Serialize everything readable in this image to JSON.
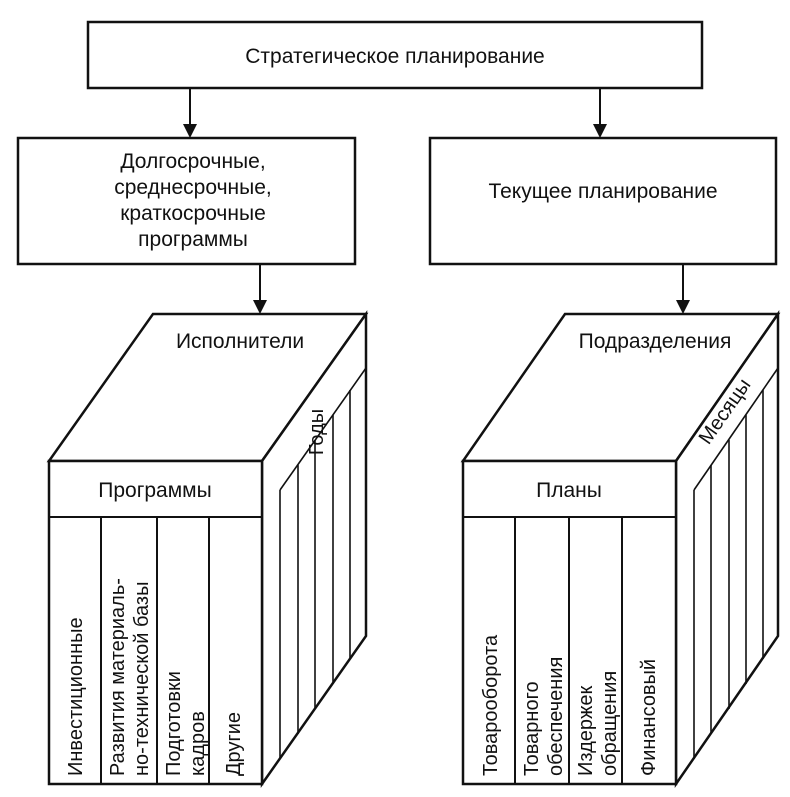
{
  "top_box": {
    "label": "Стратегическое планирование"
  },
  "left_box": {
    "lines": [
      "Долгосрочные,",
      "среднесрочные,",
      "краткосрочные",
      "программы"
    ]
  },
  "right_box": {
    "label": "Текущее планирование"
  },
  "left_cube": {
    "top_label": "Исполнители",
    "front_label": "Программы",
    "side_label": "Годы",
    "columns": [
      {
        "lines": [
          "Инвестиционные"
        ]
      },
      {
        "lines": [
          "Развития материаль-",
          "но-технической базы"
        ]
      },
      {
        "lines": [
          "Подготовки",
          "кадров"
        ]
      },
      {
        "lines": [
          "Другие"
        ]
      }
    ]
  },
  "right_cube": {
    "top_label": "Подразделения",
    "front_label": "Планы",
    "side_label": "Месяцы",
    "columns": [
      {
        "lines": [
          "Товарооборота"
        ]
      },
      {
        "lines": [
          "Товарного",
          "обеспечения"
        ]
      },
      {
        "lines": [
          "Издержек",
          "обращения"
        ]
      },
      {
        "lines": [
          "Финансовый"
        ]
      }
    ]
  }
}
